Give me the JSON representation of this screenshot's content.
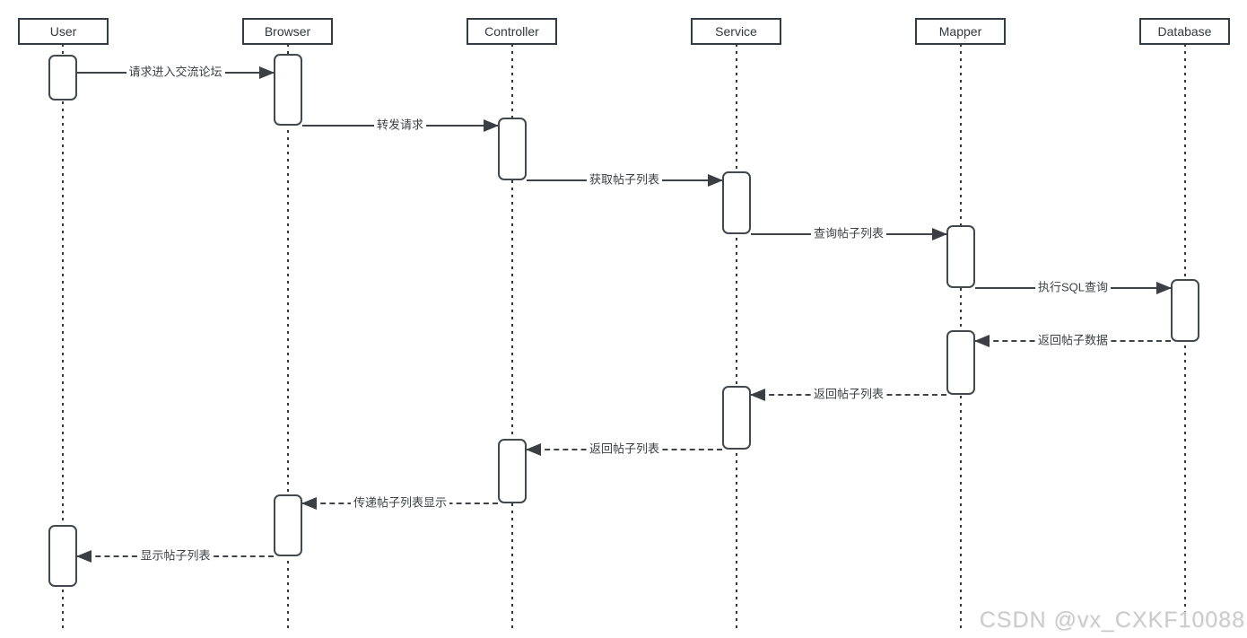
{
  "diagram": {
    "type": "uml-sequence-diagram",
    "actors": [
      {
        "label": "User"
      },
      {
        "label": "Browser"
      },
      {
        "label": "Controller"
      },
      {
        "label": "Service"
      },
      {
        "label": "Mapper"
      },
      {
        "label": "Database"
      }
    ],
    "messages": [
      {
        "label": "请求进入交流论坛",
        "from": "User",
        "to": "Browser",
        "type": "request"
      },
      {
        "label": "转发请求",
        "from": "Browser",
        "to": "Controller",
        "type": "request"
      },
      {
        "label": "获取帖子列表",
        "from": "Controller",
        "to": "Service",
        "type": "request"
      },
      {
        "label": "查询帖子列表",
        "from": "Service",
        "to": "Mapper",
        "type": "request"
      },
      {
        "label": "执行SQL查询",
        "from": "Mapper",
        "to": "Database",
        "type": "request"
      },
      {
        "label": "返回帖子数据",
        "from": "Database",
        "to": "Mapper",
        "type": "return"
      },
      {
        "label": "返回帖子列表",
        "from": "Mapper",
        "to": "Service",
        "type": "return"
      },
      {
        "label": "返回帖子列表",
        "from": "Service",
        "to": "Controller",
        "type": "return"
      },
      {
        "label": "传递帖子列表显示",
        "from": "Controller",
        "to": "Browser",
        "type": "return"
      },
      {
        "label": "显示帖子列表",
        "from": "Browser",
        "to": "User",
        "type": "return"
      }
    ],
    "colors": {
      "background": "#ffffff",
      "line": "#3f4347",
      "box_border": "#343b42",
      "text": "#3d4144",
      "watermark": "#cbcbcb"
    }
  },
  "watermark": {
    "text": "CSDN @vx_CXKF10088"
  }
}
